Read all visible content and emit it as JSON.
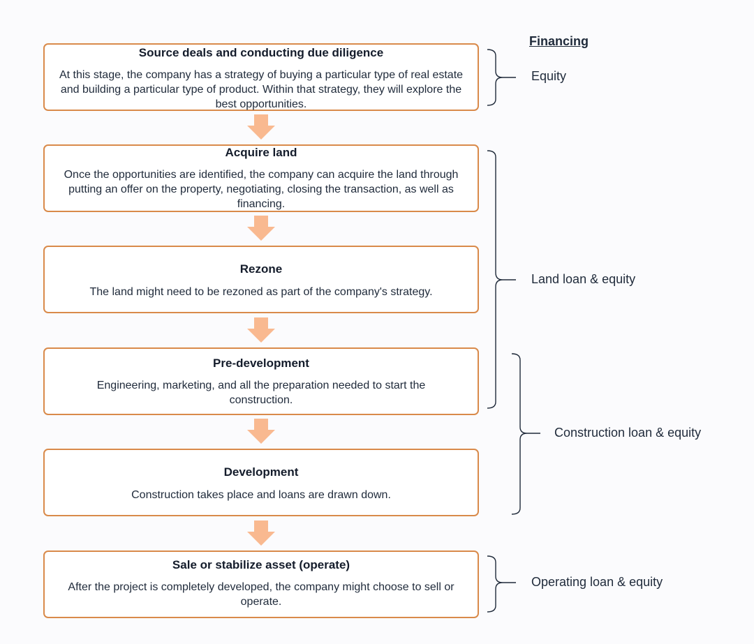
{
  "financing_header": "Financing",
  "steps": [
    {
      "title": "Source deals and conducting due diligence",
      "desc": "At this stage, the company has a strategy of buying a particular type of real estate and building a particular type of product.  Within that strategy, they will explore the best opportunities."
    },
    {
      "title": "Acquire land",
      "desc": "Once the opportunities are identified, the company can  acquire the land through putting an offer on the property, negotiating, closing the transaction, as well as financing."
    },
    {
      "title": "Rezone",
      "desc": "The land might need to be rezoned as part of the company's strategy."
    },
    {
      "title": "Pre-development",
      "desc": "Engineering, marketing, and all the preparation needed to start the construction."
    },
    {
      "title": "Development",
      "desc": "Construction takes place and loans are drawn down."
    },
    {
      "title": "Sale or stabilize asset (operate)",
      "desc": "After the project is completely developed, the company might choose to sell or operate."
    }
  ],
  "financing": [
    {
      "label": "Equity"
    },
    {
      "label": "Land loan & equity"
    },
    {
      "label": "Construction loan & equity"
    },
    {
      "label": "Operating loan & equity"
    }
  ],
  "colors": {
    "box_border": "#d98a4a",
    "arrow": "#f9b990",
    "text": "#1f2a3a"
  }
}
